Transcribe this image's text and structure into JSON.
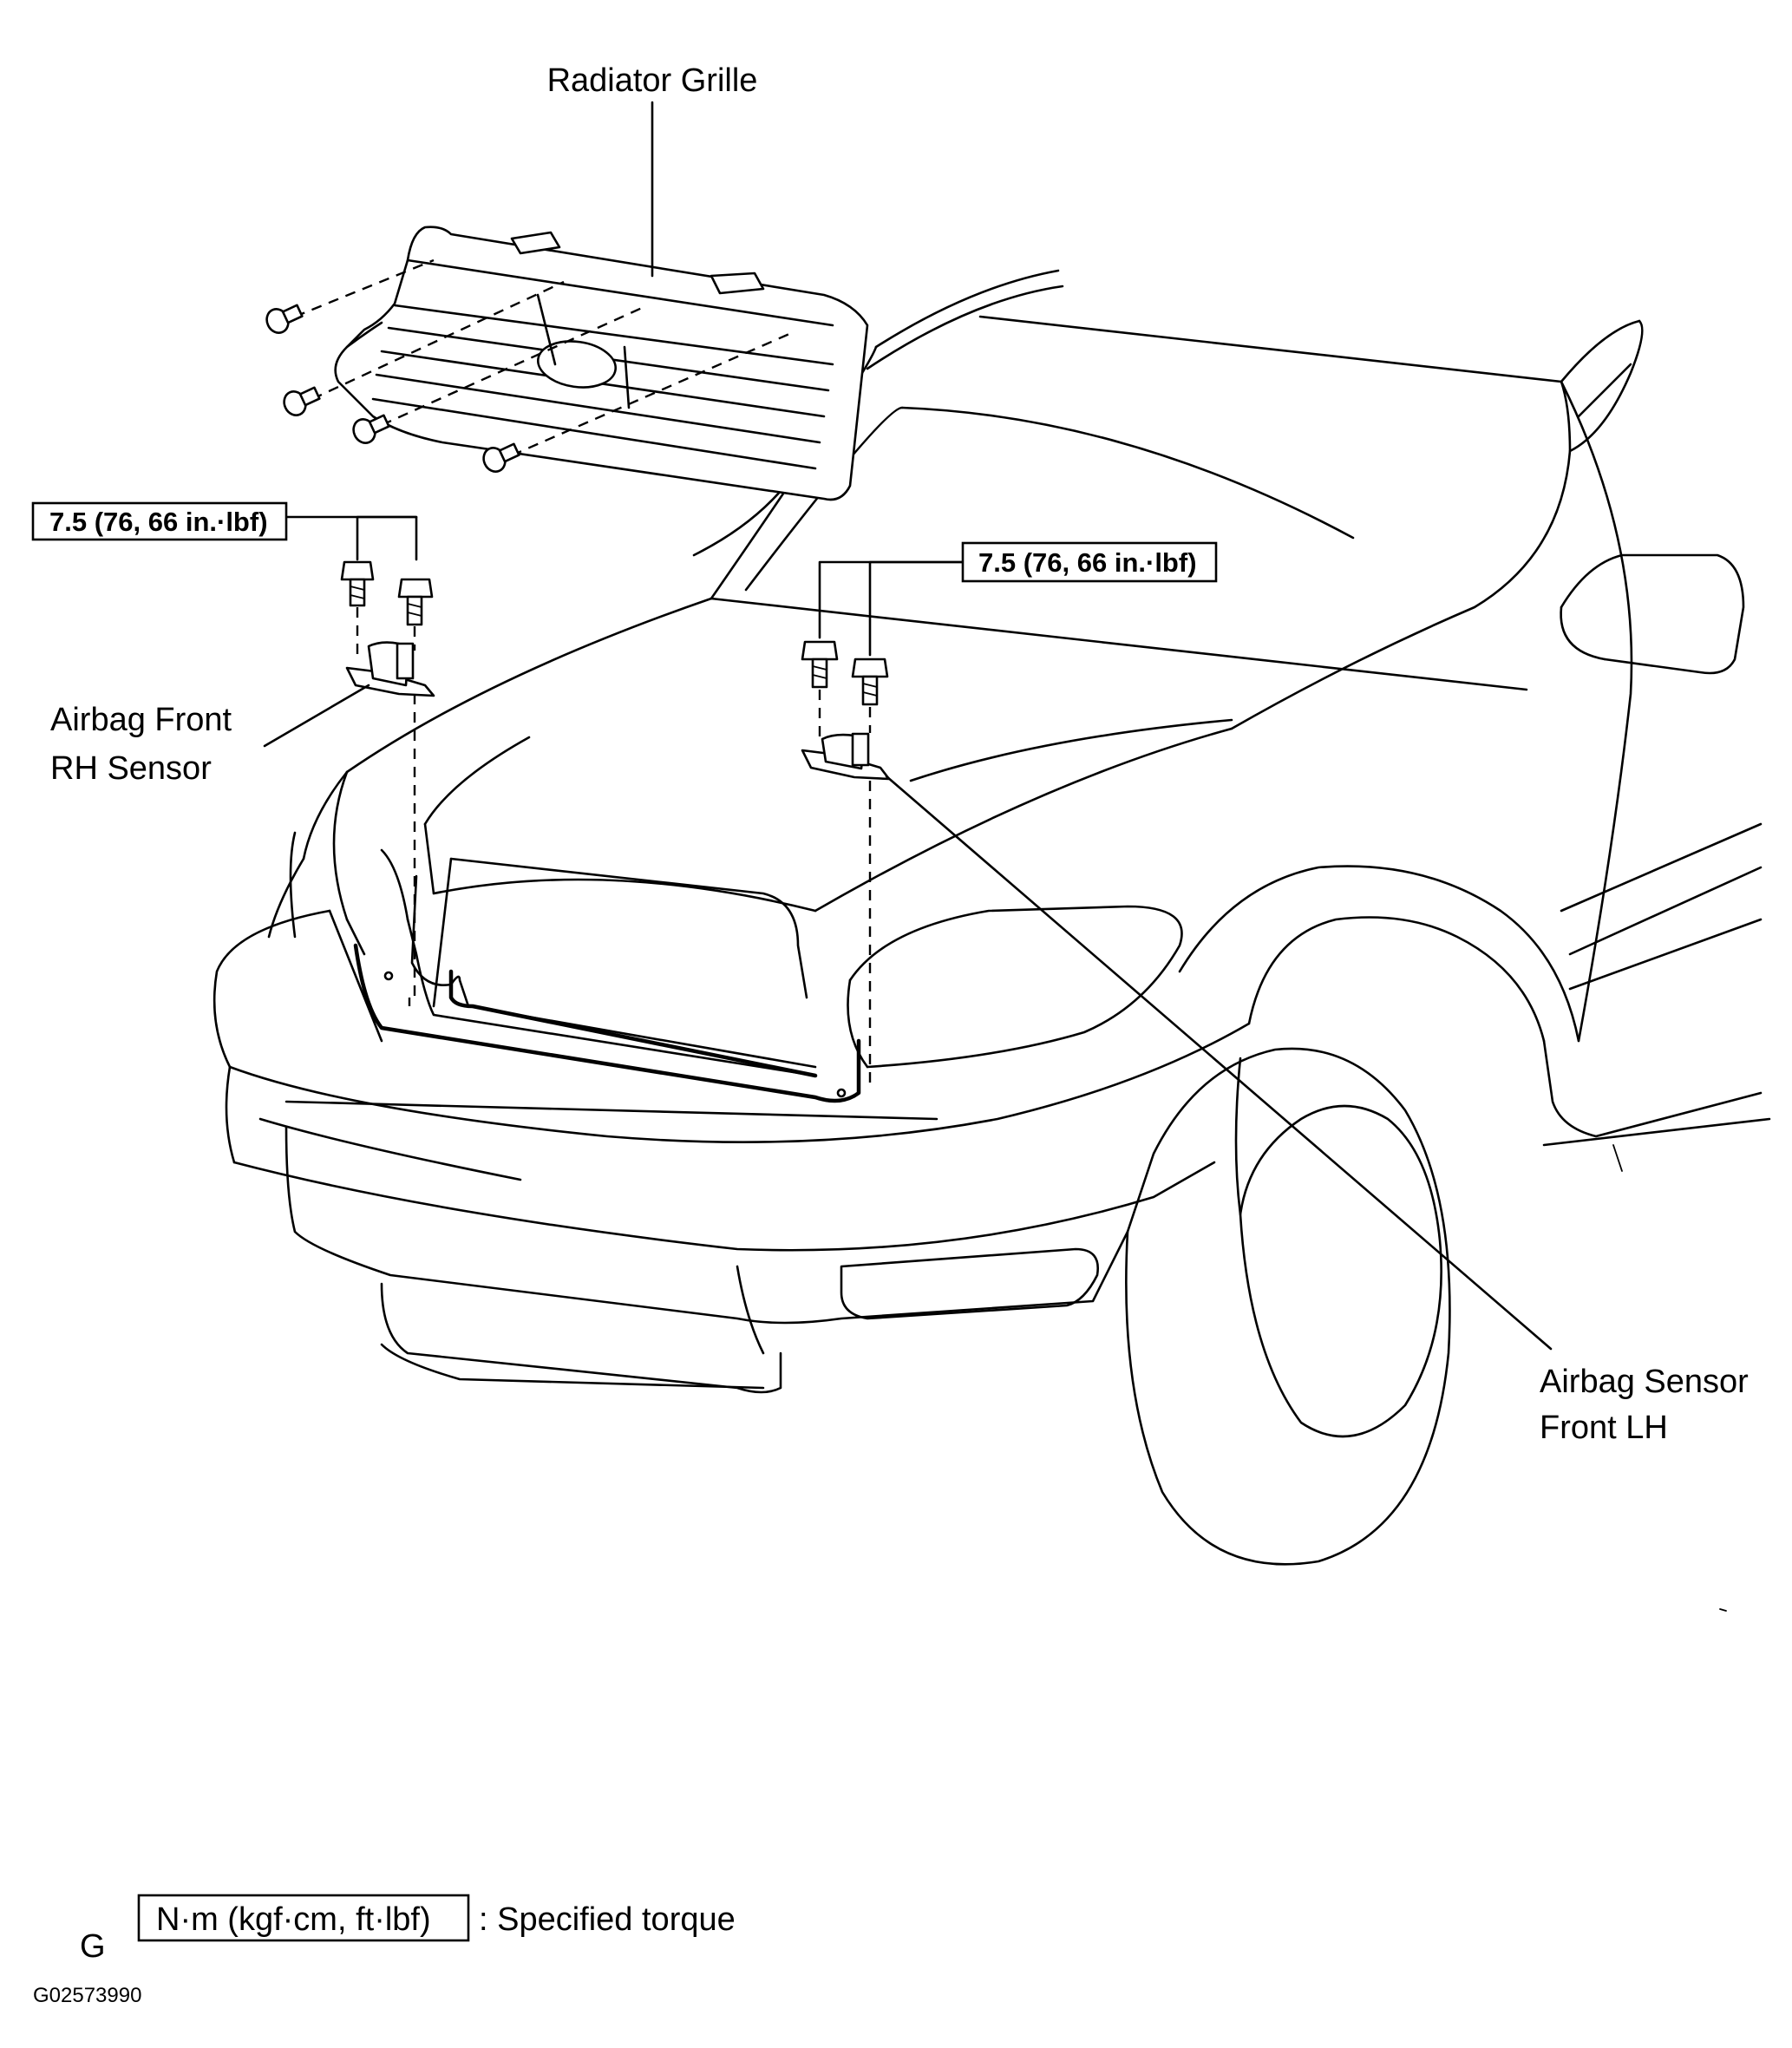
{
  "labels": {
    "radiator_grille": "Radiator Grille",
    "rh_sensor_line1": "Airbag Front",
    "rh_sensor_line2": "RH Sensor",
    "lh_sensor_line1": "Airbag Sensor",
    "lh_sensor_line2": "Front LH"
  },
  "torque_specs": {
    "rh": "7.5 (76, 66 in.·lbf)",
    "lh": "7.5 (76, 66 in.·lbf)"
  },
  "legend": {
    "unit_box": "N·m (kgf·cm, ft·lbf)",
    "description": ": Specified torque"
  },
  "footer": {
    "section_letter": "G",
    "figure_code": "G02573990"
  },
  "icons": [
    "bolt-icon",
    "clip-icon",
    "sensor-icon"
  ]
}
